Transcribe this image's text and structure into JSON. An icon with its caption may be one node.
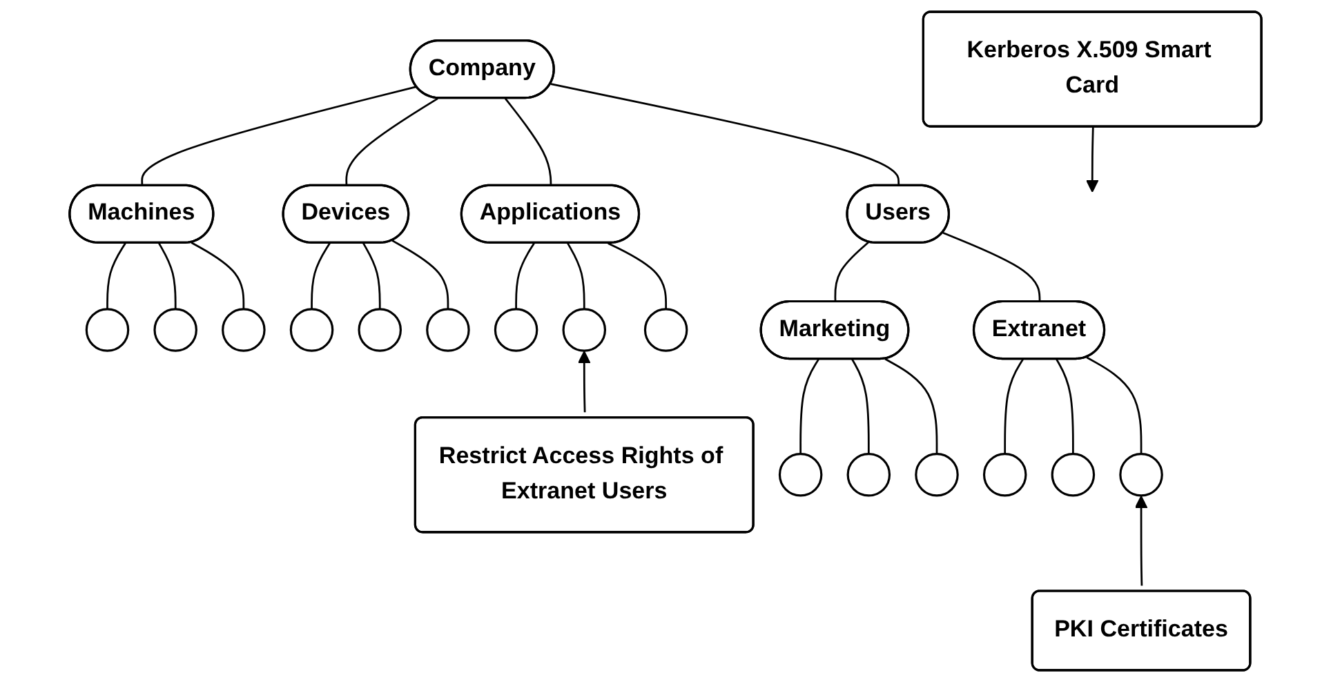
{
  "diagram": {
    "nodes": [
      {
        "text": [
          "Kerberos X.509 Smart Card"
        ]
      },
      {
        "text": [
          "Company"
        ]
      },
      {
        "text": [
          "Users"
        ]
      },
      {
        "text": [
          "Machines"
        ]
      },
      {
        "text": [
          "Devices"
        ]
      },
      {
        "text": [
          "Applications"
        ]
      },
      {
        "text": [],
        "shape": "circle"
      },
      {
        "text": [],
        "shape": "circle"
      },
      {
        "text": [],
        "shape": "circle"
      },
      {
        "text": [],
        "shape": "circle"
      },
      {
        "text": [],
        "shape": "circle"
      },
      {
        "text": [],
        "shape": "circle"
      },
      {
        "text": [],
        "shape": "circle"
      },
      {
        "text": [],
        "shape": "circle"
      },
      {
        "text": [],
        "shape": "circle"
      },
      {
        "text": [
          "Restrict Access Rights of Extranet Users"
        ]
      },
      {
        "text": [
          "Marketing"
        ]
      },
      {
        "text": [
          "Extranet"
        ]
      },
      {
        "text": [],
        "shape": "circle"
      },
      {
        "text": [],
        "shape": "circle"
      },
      {
        "text": [],
        "shape": "circle"
      },
      {
        "text": [],
        "shape": "circle"
      },
      {
        "text": [],
        "shape": "circle"
      },
      {
        "text": [],
        "shape": "circle"
      },
      {
        "text": [
          "PKI Certificates"
        ]
      }
    ],
    "edges": [
      {
        "from": 0,
        "to": null,
        "arrow": "to"
      },
      {
        "from": 1,
        "to": 2,
        "arrow": "none"
      },
      {
        "from": 1,
        "to": 3,
        "arrow": "none"
      },
      {
        "from": 1,
        "to": 4,
        "arrow": "none"
      },
      {
        "from": 1,
        "to": 5,
        "arrow": "none"
      },
      {
        "from": 2,
        "to": 16,
        "arrow": "none"
      },
      {
        "from": 2,
        "to": 17,
        "arrow": "none"
      },
      {
        "from": 16,
        "to": 18,
        "arrow": "none"
      },
      {
        "from": 16,
        "to": 19,
        "arrow": "none"
      },
      {
        "from": 16,
        "to": 20,
        "arrow": "none"
      },
      {
        "from": 17,
        "to": 21,
        "arrow": "none"
      },
      {
        "from": 17,
        "to": 22,
        "arrow": "none"
      },
      {
        "from": 17,
        "to": 23,
        "arrow": "none"
      },
      {
        "from": 24,
        "to": 23,
        "arrow": "to"
      },
      {
        "from": 3,
        "to": 6,
        "arrow": "none"
      },
      {
        "from": 3,
        "to": 7,
        "arrow": "none"
      },
      {
        "from": 3,
        "to": 8,
        "arrow": "none"
      },
      {
        "from": 4,
        "to": 9,
        "arrow": "none"
      },
      {
        "from": 4,
        "to": 10,
        "arrow": "none"
      },
      {
        "from": 4,
        "to": 11,
        "arrow": "none"
      },
      {
        "from": 5,
        "to": 12,
        "arrow": "none"
      },
      {
        "from": 5,
        "to": 13,
        "arrow": "none"
      },
      {
        "from": 5,
        "to": 14,
        "arrow": "none"
      },
      {
        "from": 15,
        "to": 13,
        "arrow": "to"
      }
    ]
  }
}
